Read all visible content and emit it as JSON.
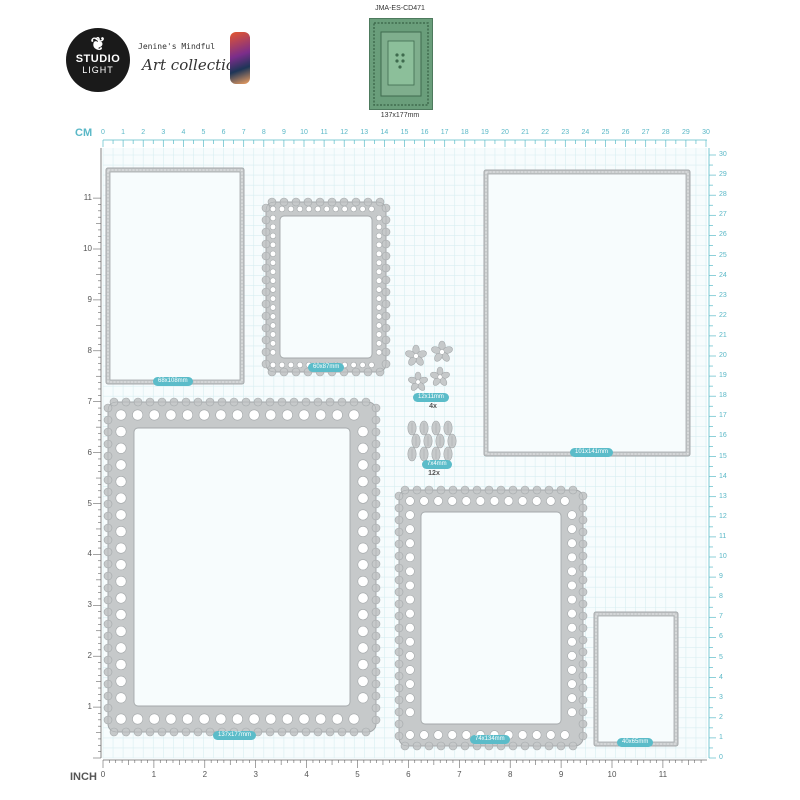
{
  "header": {
    "logo": {
      "icon": "butterfly-icon",
      "line1": "STUDIO",
      "line2": "LIGHT"
    },
    "brand": {
      "line1": "Jenine's Mindful",
      "line2": "Art collection"
    },
    "product_code": "JMA-ES-CD471",
    "product_size": "137x177mm"
  },
  "ruler": {
    "top_unit": "CM",
    "bottom_unit": "INCH",
    "top_ticks": [
      "0",
      "1",
      "2",
      "3",
      "4",
      "5",
      "6",
      "7",
      "8",
      "9",
      "10",
      "11",
      "12",
      "13",
      "14",
      "15",
      "16",
      "17",
      "18",
      "19",
      "20",
      "21",
      "22",
      "23",
      "24",
      "25",
      "26",
      "27",
      "28",
      "29",
      "30"
    ],
    "bottom_ticks": [
      "0",
      "1",
      "2",
      "3",
      "4",
      "5",
      "6",
      "7",
      "8",
      "9",
      "10",
      "11"
    ],
    "left_ticks": [
      "1",
      "2",
      "3",
      "4",
      "5",
      "6",
      "7",
      "8",
      "9",
      "10",
      "11"
    ],
    "right_ticks": [
      "0",
      "1",
      "2",
      "3",
      "4",
      "5",
      "6",
      "7",
      "8",
      "9",
      "10",
      "11",
      "12",
      "13",
      "14",
      "15",
      "16",
      "17",
      "18",
      "19",
      "20",
      "21",
      "22",
      "23",
      "24",
      "25",
      "26",
      "27",
      "28",
      "29",
      "30"
    ]
  },
  "dies": [
    {
      "label": "68x108mm"
    },
    {
      "label": "60x87mm"
    },
    {
      "label": "12x11mm",
      "qty": "4x"
    },
    {
      "label": "7x4mm",
      "qty": "12x"
    },
    {
      "label": "101x141mm"
    },
    {
      "label": "137x177mm"
    },
    {
      "label": "74x134mm"
    },
    {
      "label": "40x65mm"
    }
  ],
  "colors": {
    "grid": "#d8eef1",
    "accent": "#5bbcc9",
    "die": "#c6c9ca",
    "die_stroke": "#a4a8aa",
    "thumb": "#6a9e7b"
  }
}
